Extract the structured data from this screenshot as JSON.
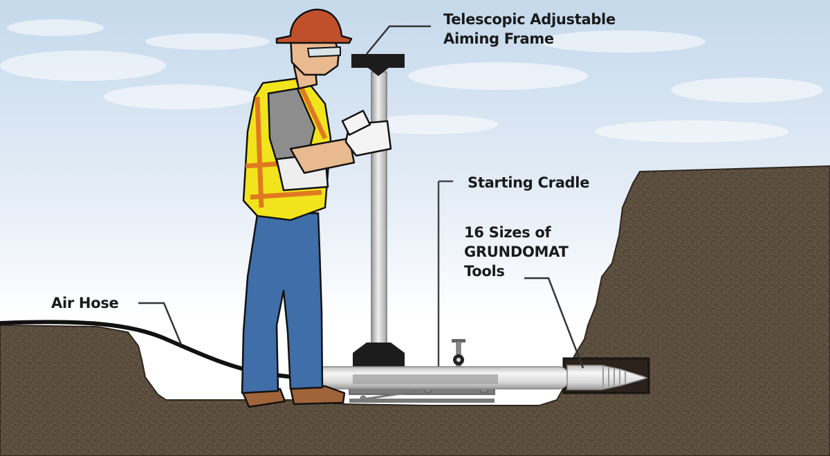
{
  "diagram": {
    "subject": "Pipe ramming / piercing tool setup with worker aiming frame",
    "labels": {
      "aiming_frame": [
        "Telescopic Adjustable",
        "Aiming Frame"
      ],
      "starting_cradle": [
        "Starting Cradle"
      ],
      "tools": [
        "16 Sizes of",
        "GRUNDOMAT",
        "Tools"
      ],
      "air_hose": [
        "Air Hose"
      ]
    },
    "colors": {
      "sky_top": "#c9dcee",
      "sky_bottom": "#ffffff",
      "soil": "#5b4d3e",
      "soil_dark": "#3f352b",
      "hard_hat": "#c0502a",
      "vest": "#f2e41c",
      "vest_stripe": "#e07a22",
      "shirt": "#8a8a8a",
      "jeans": "#3f6ea8",
      "boots": "#a0643a",
      "skin": "#e9b98f",
      "gloves": "#f4f4f4",
      "pipe": "#d9d9d9",
      "frame_block": "#1c1c1c",
      "leader_line": "#333333",
      "text": "#1a1a1a"
    }
  }
}
